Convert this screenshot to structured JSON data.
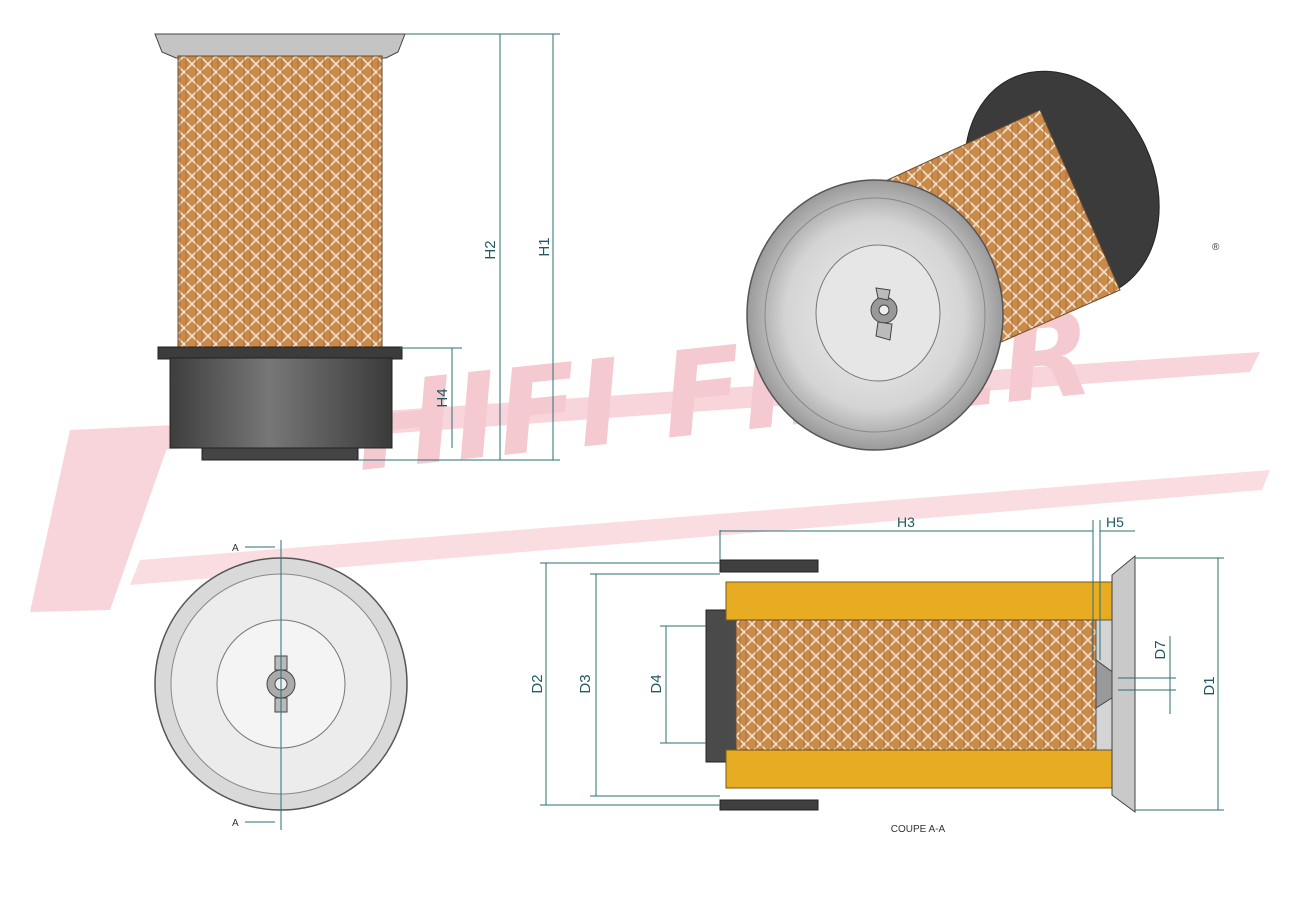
{
  "watermark": {
    "brand": "HIFI FILTER",
    "registered_mark": "®",
    "color": "#f4c9cf"
  },
  "dimensions": {
    "h1": "H1",
    "h2": "H2",
    "h3": "H3",
    "h4": "H4",
    "h5": "H5",
    "d1": "D1",
    "d2": "D2",
    "d3": "D3",
    "d4": "D4",
    "d7": "D7"
  },
  "section": {
    "marker_top": "A",
    "marker_bottom": "A",
    "caption": "COUPE A-A"
  },
  "colors": {
    "media": "#c98a4a",
    "seal": "#e8ac22",
    "rubber": "#5a5a5a",
    "metal": "#cfcfcf",
    "dimension_line": "#2a6f76"
  }
}
